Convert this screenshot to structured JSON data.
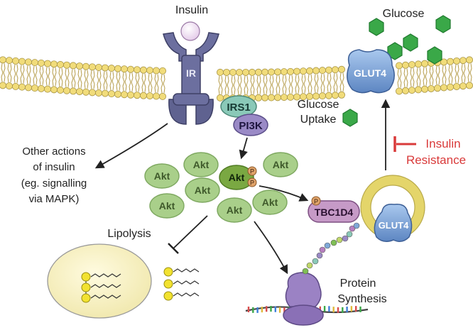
{
  "labels": {
    "insulin": "Insulin",
    "ir": "IR",
    "irs1": "IRS1",
    "pi3k": "PI3K",
    "glucose": "Glucose",
    "glut4_membrane": "GLUT4",
    "glucose_uptake_1": "Glucose",
    "glucose_uptake_2": "Uptake",
    "insulin_resistance_1": "Insulin",
    "insulin_resistance_2": "Resistance",
    "other_actions_1": "Other actions",
    "other_actions_2": "of insulin",
    "other_actions_3": "(eg. signalling",
    "other_actions_4": "via MAPK)",
    "akt": "Akt",
    "phospho": "P",
    "tbc1d4": "TBC1D4",
    "glut4_vesicle": "GLUT4",
    "lipolysis": "Lipolysis",
    "protein_synthesis_1": "Protein",
    "protein_synthesis_2": "Synthesis"
  },
  "colors": {
    "membrane_head": "#f1dc7a",
    "membrane_head_stroke": "#a99545",
    "receptor": "#6c6f9f",
    "receptor_dark": "#55587f",
    "insulin_ball": "#f3e6f3",
    "irs1": "#8ac9b8",
    "pi3k": "#9a8ac6",
    "akt_inactive": "#a9cf8a",
    "akt_active": "#7aa842",
    "phospho": "#e0a36a",
    "glut4": "#7fa8d8",
    "glucose": "#3aa848",
    "tbc1d4": "#c69ac7",
    "vesicle": "#f0e69a",
    "inhibit_red": "#d93a3a",
    "adipocyte": "#f5f0c0",
    "lipid_head": "#f2e230",
    "ribosome": "#9b82c4"
  }
}
